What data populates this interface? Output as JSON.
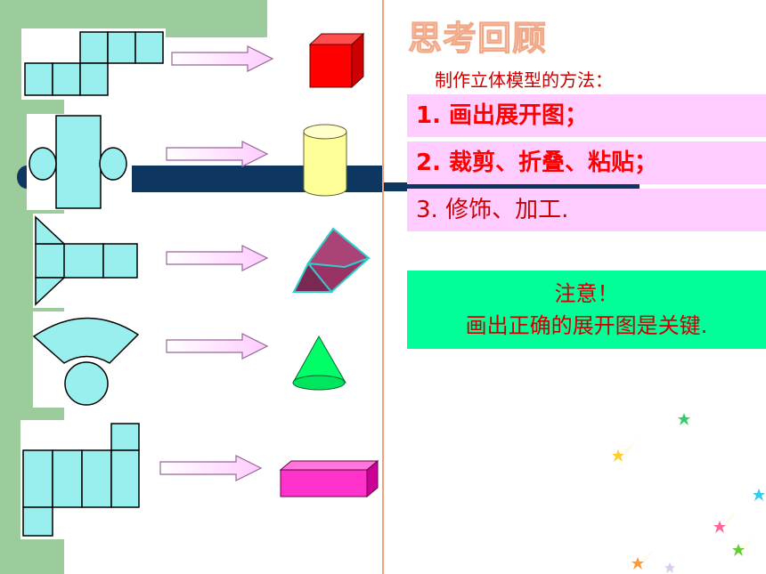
{
  "slide": {
    "title": "思考回顾",
    "subtitle": "制作立体模型的方法：",
    "steps": [
      "1. 画出展开图；",
      "2. 裁剪、折叠、粘贴；",
      "3. 修饰、加工."
    ],
    "note": {
      "line1": "注意！",
      "line2": "画出正确的展开图是关键."
    }
  },
  "rows": [
    {
      "net": "cube-net",
      "solid": "cube"
    },
    {
      "net": "cylinder-net",
      "solid": "cylinder"
    },
    {
      "net": "prism-net",
      "solid": "triangular-prism"
    },
    {
      "net": "cone-net",
      "solid": "cone"
    },
    {
      "net": "cuboid-net",
      "solid": "cuboid"
    }
  ],
  "colors": {
    "net_fill": "#99eeee",
    "band": "#9ccc9c",
    "navy": "#0d3760",
    "step_bg": "#ffccff",
    "note_bg": "#00ff99",
    "text_red": "#ff0000",
    "cube": "#ff0000",
    "cylinder": "#ffff99",
    "prism": "#993366",
    "cone": "#00ff66",
    "cuboid": "#ff33cc"
  },
  "icons": [
    "arrow-icon",
    "star-icon"
  ]
}
